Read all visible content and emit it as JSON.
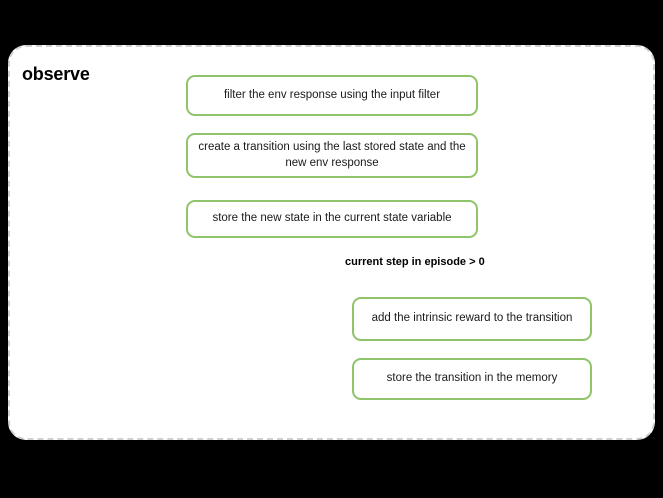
{
  "diagram": {
    "background_color": "#000000",
    "group": {
      "title": "observe",
      "border_color": "#d0d0d0",
      "fill_color": "#ffffff"
    },
    "node_border_color": "#8fc46a",
    "nodes": [
      {
        "id": "filter",
        "label": "filter the env response using the input filter"
      },
      {
        "id": "create",
        "label": "create a transition using the last stored state and the new env response"
      },
      {
        "id": "store-state",
        "label": "store the new state in the current state variable"
      },
      {
        "id": "intrinsic",
        "label": "add the intrinsic reward to the transition"
      },
      {
        "id": "store-transition",
        "label": "store the transition in the memory"
      }
    ],
    "edge_labels": [
      {
        "id": "condition",
        "label": "current step in episode > 0"
      }
    ]
  }
}
